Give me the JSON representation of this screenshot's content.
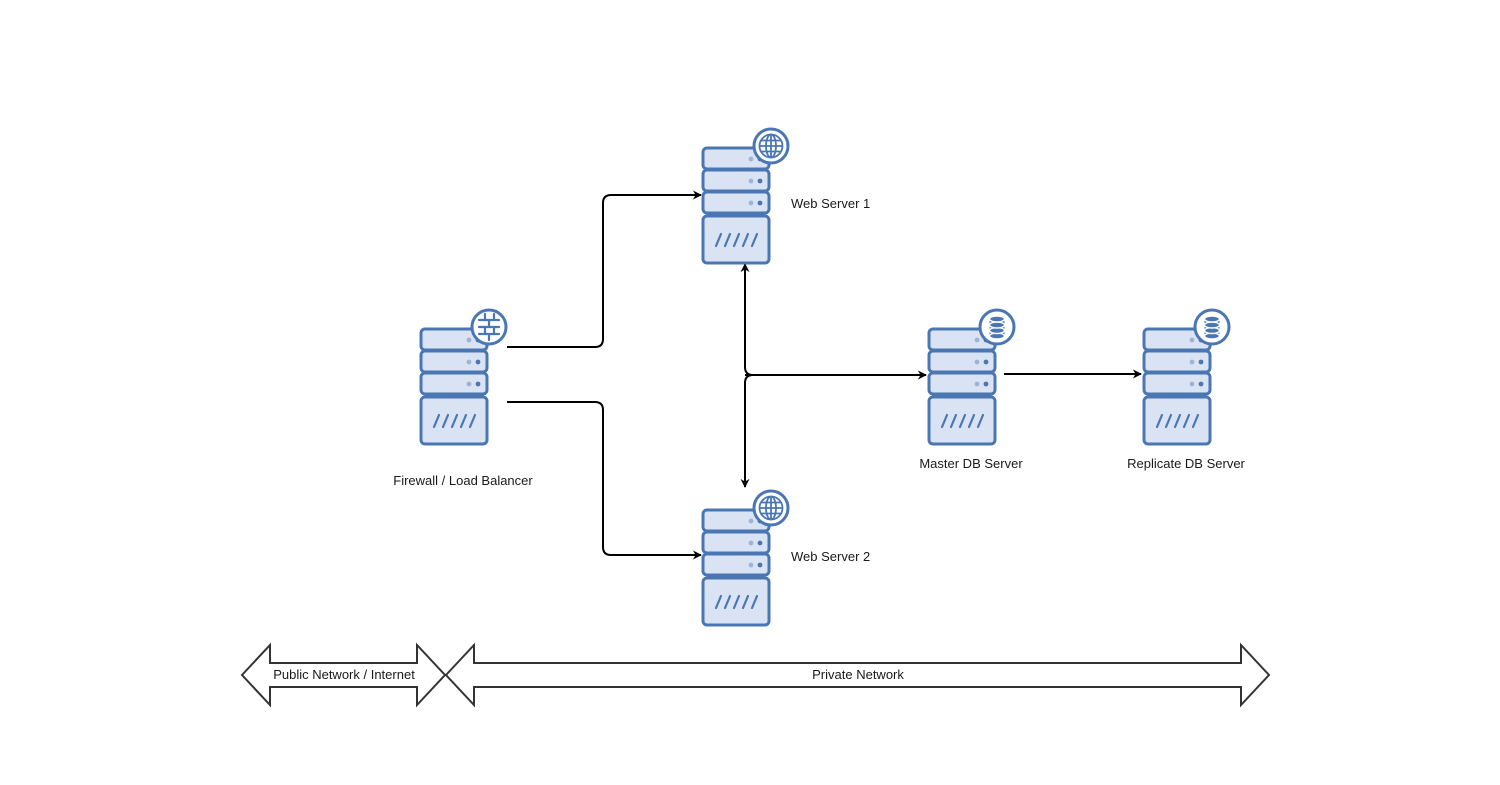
{
  "colors": {
    "server_fill": "#dae3f3",
    "server_stroke": "#4a77b4",
    "edge": "#000000",
    "network_arrow_stroke": "#333333",
    "background": "#ffffff"
  },
  "nodes": {
    "firewall": {
      "label": "Firewall / Load Balancer",
      "badge_icon": "firewall-icon"
    },
    "web1": {
      "label": "Web Server 1",
      "badge_icon": "globe-icon"
    },
    "web2": {
      "label": "Web Server 2",
      "badge_icon": "globe-icon"
    },
    "master_db": {
      "label": "Master DB Server",
      "badge_icon": "database-icon"
    },
    "replica_db": {
      "label": "Replicate DB Server",
      "badge_icon": "database-icon"
    }
  },
  "edges": [
    {
      "from": "firewall",
      "to": "web1",
      "direction": "forward"
    },
    {
      "from": "firewall",
      "to": "web2",
      "direction": "forward"
    },
    {
      "from": "junction",
      "to": "web1",
      "direction": "forward"
    },
    {
      "from": "junction",
      "to": "web2",
      "direction": "forward"
    },
    {
      "from": "junction",
      "to": "master_db",
      "direction": "forward"
    },
    {
      "from": "master_db",
      "to": "replica_db",
      "direction": "forward"
    }
  ],
  "zones": {
    "public": {
      "label": "Public Network / Internet"
    },
    "private": {
      "label": "Private Network"
    }
  }
}
